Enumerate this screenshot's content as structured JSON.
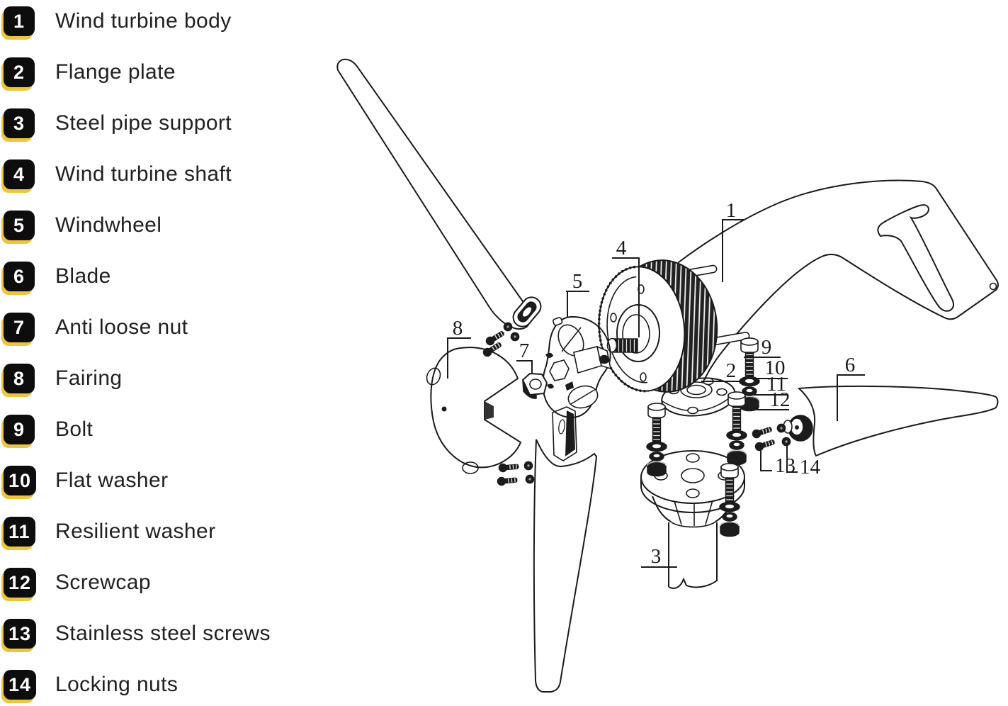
{
  "title": "Wind turbine exploded parts diagram",
  "colors": {
    "background": "#ffffff",
    "badge_bg": "#0d0d0d",
    "badge_shadow": "#eec53e",
    "badge_number": "#ffffff",
    "legend_text": "#212121",
    "drawing_line": "#1a1a1a"
  },
  "legend": {
    "items": [
      {
        "number": "1",
        "label": "Wind turbine body"
      },
      {
        "number": "2",
        "label": "Flange plate"
      },
      {
        "number": "3",
        "label": "Steel pipe support"
      },
      {
        "number": "4",
        "label": "Wind turbine shaft"
      },
      {
        "number": "5",
        "label": "Windwheel"
      },
      {
        "number": "6",
        "label": "Blade"
      },
      {
        "number": "7",
        "label": "Anti loose nut"
      },
      {
        "number": "8",
        "label": "Fairing"
      },
      {
        "number": "9",
        "label": "Bolt"
      },
      {
        "number": "10",
        "label": "Flat washer"
      },
      {
        "number": "11",
        "label": "Resilient washer"
      },
      {
        "number": "12",
        "label": "Screwcap"
      },
      {
        "number": "13",
        "label": "Stainless steel screws"
      },
      {
        "number": "14",
        "label": "Locking nuts"
      }
    ]
  },
  "diagram": {
    "callouts": {
      "c1": "1",
      "c2": "2",
      "c3": "3",
      "c4": "4",
      "c5": "5",
      "c6": "6",
      "c7": "7",
      "c8": "8",
      "c9": "9",
      "c10": "10",
      "c11": "11",
      "c12": "12",
      "c13": "13",
      "c14": "14"
    }
  }
}
